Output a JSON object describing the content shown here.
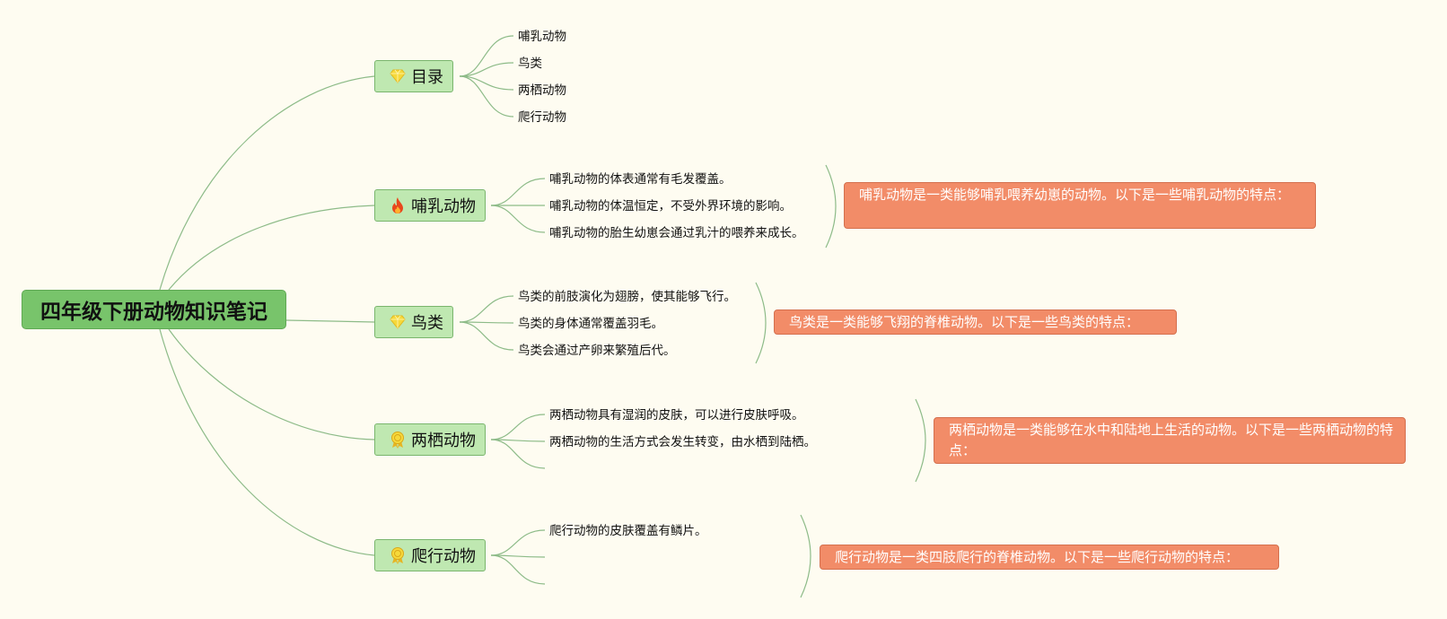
{
  "root": {
    "title": "四年级下册动物知识笔记"
  },
  "branches": [
    {
      "label": "目录",
      "icon": "gem-icon",
      "items": [
        "哺乳动物",
        "鸟类",
        "两栖动物",
        "爬行动物"
      ]
    },
    {
      "label": "哺乳动物",
      "icon": "fire-icon",
      "items": [
        "哺乳动物的体表通常有毛发覆盖。",
        "哺乳动物的体温恒定，不受外界环境的影响。",
        "哺乳动物的胎生幼崽会通过乳汁的喂养来成长。"
      ],
      "summary": "哺乳动物是一类能够哺乳喂养幼崽的动物。以下是一些哺乳动物的特点：",
      "summary_color": "#f28c68"
    },
    {
      "label": "鸟类",
      "icon": "gem-icon",
      "items": [
        "鸟类的前肢演化为翅膀，使其能够飞行。",
        "鸟类的身体通常覆盖羽毛。",
        "鸟类会通过产卵来繁殖后代。"
      ],
      "summary": "鸟类是一类能够飞翔的脊椎动物。以下是一些鸟类的特点：",
      "summary_color": "#f28c68"
    },
    {
      "label": "两栖动物",
      "icon": "medal-icon",
      "items": [
        "两栖动物具有湿润的皮肤，可以进行皮肤呼吸。",
        "两栖动物的生活方式会发生转变，由水栖到陆栖。",
        ""
      ],
      "summary": "两栖动物是一类能够在水中和陆地上生活的动物。以下是一些两栖动物的特点：",
      "summary_color": "#f28c68"
    },
    {
      "label": "爬行动物",
      "icon": "medal-icon",
      "items": [
        "爬行动物的皮肤覆盖有鳞片。",
        "",
        ""
      ],
      "summary": "爬行动物是一类四肢爬行的脊椎动物。以下是一些爬行动物的特点：",
      "summary_color": "#f28c68"
    }
  ],
  "colors": {
    "background": "#fefcf1",
    "root": "#78c46b",
    "branch": "#bfe8b1",
    "line": "#8dbb88"
  }
}
